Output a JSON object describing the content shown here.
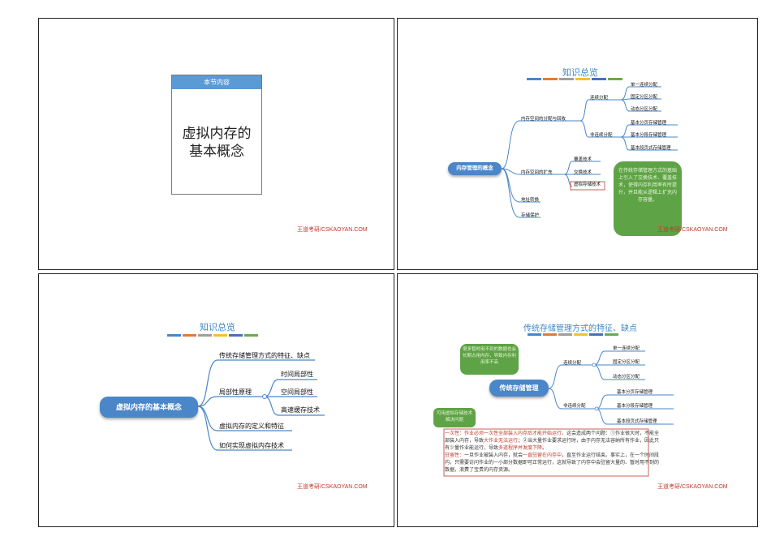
{
  "footer_text": "王道考研/CSKAOYAN.COM",
  "palette": [
    "#4a86c8",
    "#e07b39",
    "#9e9e9e",
    "#f2c12e",
    "#4b6fb5",
    "#6aaa4b"
  ],
  "slide1": {
    "card_header": "本节内容",
    "card_line1": "虚拟内存的",
    "card_line2": "基本概念"
  },
  "slide2": {
    "title": "知识总览",
    "root": "内存管理的概念",
    "branch_alloc": "内存空间的分配与回收",
    "contig": "连续分配",
    "contig_items": [
      "单一连续分配",
      "固定分区分配",
      "动态分区分配"
    ],
    "noncontig": "非连续分配",
    "noncontig_items": [
      "基本分页存储管理",
      "基本分段存储管理",
      "基本段页式存储管理"
    ],
    "branch_expand": "内存空间的扩充",
    "expand_items": [
      "覆盖技术",
      "交换技术",
      "虚拟存储技术"
    ],
    "addr_trans": "地址转换",
    "mem_protect": "存储保护",
    "bubble": "在传统存储管理方式的基础上引入了交换技术、覆盖技术，使得内存利用率有所提升，并且能从逻辑上扩充内存容量。"
  },
  "slide3": {
    "title": "知识总览",
    "root": "虚拟内存的基本概念",
    "items": {
      "trad": "传统存储管理方式的特征、缺点",
      "locality": "局部性原理",
      "time": "时间局部性",
      "space": "空间局部性",
      "cache": "高速缓存技术",
      "defn": "虚拟内存的定义和特征",
      "how": "如何实现虚拟内存技术"
    }
  },
  "slide4": {
    "title": "传统存储管理方式的特征、缺点",
    "root": "传统存储管理",
    "contig": "连续分配",
    "contig_items": [
      "单一连续分配",
      "固定分区分配",
      "动态分区分配"
    ],
    "noncontig": "非连续分配",
    "noncontig_items": [
      "基本分页存储管理",
      "基本分段存储管理",
      "基本段页式存储管理"
    ],
    "bubble1": "很多暂时用不到的数据也会长期占用内存，导致内存利用率不高",
    "bubble2": "可用虚拟存储技术解决问题",
    "para": {
      "l1a": "一次性：作业必须一次性全部装入内存后才能开始运行。",
      "l1b": "这会造成两个问题：①作业很大时，不能全",
      "l2a": "部装入内存，导致",
      "l2b": "大作业无法运行",
      "l2c": "；②当大量作业要求运行时，由于内存无法容纳所有作业，因此只",
      "l3a": "有少量作业能运行，导致",
      "l3b": "多道程序并发度下降",
      "l3c": "。",
      "l4a": "驻留性：",
      "l4b": "一旦作业被装入内存，就会",
      "l4c": "一直驻留在内存中",
      "l4d": "，直至作业运行结束。事实上，在一个时间段",
      "l5": "内，只需要访问作业的一小部分数据即可正常运行，这就导致了内存中会驻留大量的、暂时用不到的",
      "l6": "数据，浪费了宝贵的内存资源。"
    }
  }
}
